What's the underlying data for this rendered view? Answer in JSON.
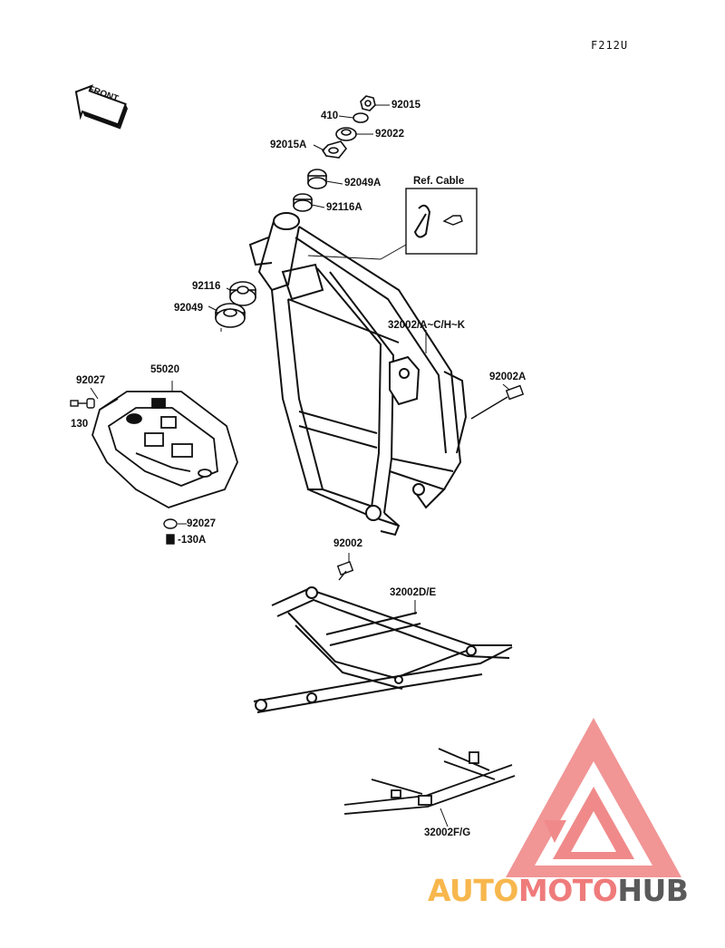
{
  "figure_code": "F212U",
  "front_label": "FRONT",
  "ref_cable": "Ref. Cable",
  "labels": {
    "p92015": "92015",
    "p410": "410",
    "p92022": "92022",
    "p92015A": "92015A",
    "p92049A": "92049A",
    "p92116A": "92116A",
    "p92116": "92116",
    "p92049": "92049",
    "p32002AK": "32002/A~C/H~K",
    "p92002A": "92002A",
    "p55020": "55020",
    "p92027a": "92027",
    "p130": "130",
    "p92027b": "92027",
    "p130A": "-130A",
    "p92002": "92002",
    "p32002DE": "32002D/E",
    "p32002FG": "32002F/G"
  },
  "watermark": {
    "part1": "AUTO",
    "part2": "MOTO",
    "part3": "HUB",
    "colors": {
      "logo_red": "#f08080",
      "auto": "#f7b74d",
      "moto": "#ef7b7b",
      "hub": "#5a5a5a"
    }
  }
}
